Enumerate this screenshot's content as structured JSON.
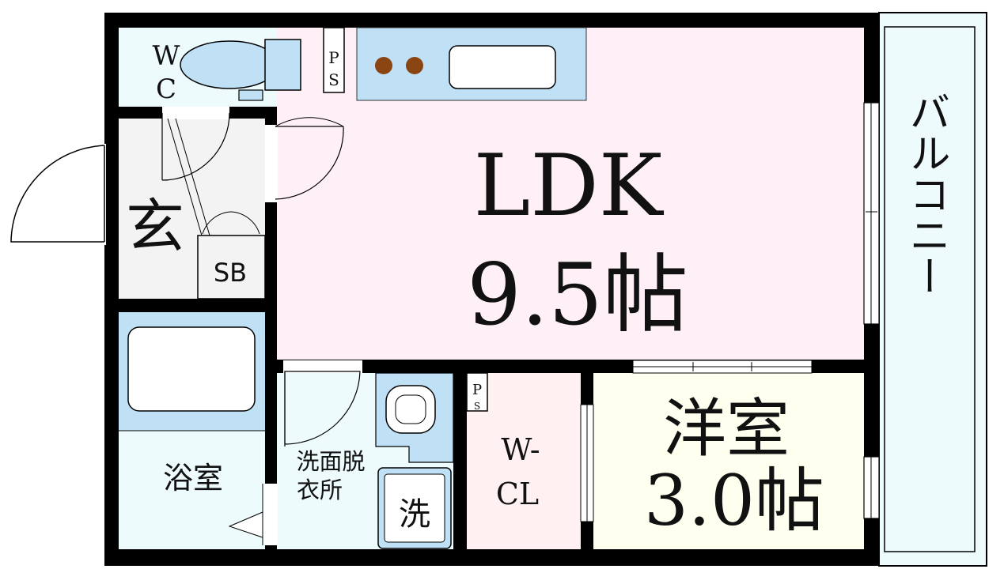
{
  "colors": {
    "wall": "#000000",
    "ldk_floor": "#fff0f7",
    "wc_floor": "#eefbfd",
    "entrance_floor": "#f3f3f3",
    "bath_tub": "#bfe0f5",
    "bath_floor": "#eefbfd",
    "washroom_floor": "#eefbfd",
    "walkin_closet_floor": "#fff0f2",
    "western_room_floor": "#fffff0",
    "balcony_floor": "#eefbfd",
    "kitchen_counter": "#bfe0f5",
    "stove_burner": "#8b4513"
  },
  "rooms": {
    "wc": {
      "label_line1": "W",
      "label_line2": "C"
    },
    "ps_top": {
      "label_line1": "P",
      "label_line2": "S"
    },
    "ldk": {
      "label_line1": "LDK",
      "label_line2": "9.5帖"
    },
    "balcony": {
      "label": "バルコニー"
    },
    "entrance": {
      "label": "玄"
    },
    "shoe_box": {
      "label": "SB"
    },
    "bath": {
      "label": "浴室"
    },
    "washroom": {
      "label_line1": "洗面脱",
      "label_line2": "衣所"
    },
    "washer": {
      "label": "洗"
    },
    "ps_mid": {
      "label_line1": "P",
      "label_line2": "S"
    },
    "walkin_closet": {
      "label_line1": "W-",
      "label_line2": "CL"
    },
    "western_room": {
      "label_line1": "洋室",
      "label_line2": "3.0帖"
    }
  }
}
